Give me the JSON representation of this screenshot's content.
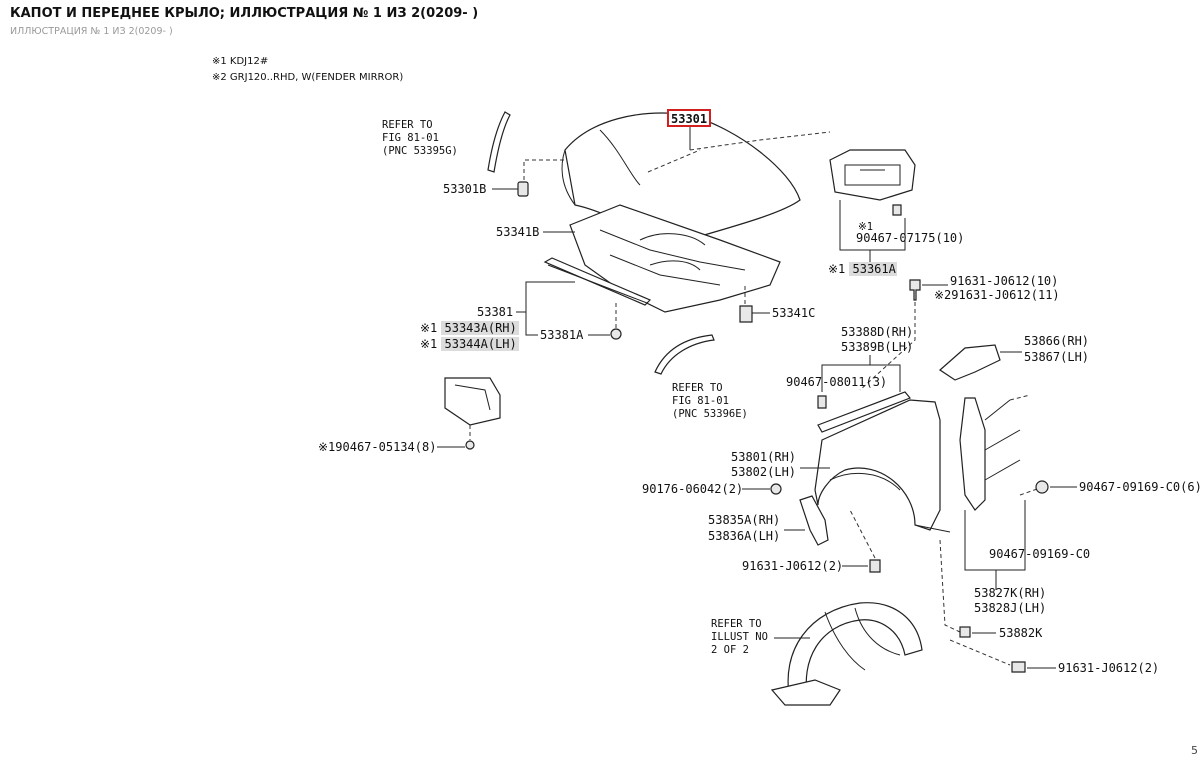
{
  "header": {
    "title": "КАПОТ И ПЕРЕДНЕЕ КРЫЛО; ИЛЛЮСТРАЦИЯ № 1 ИЗ 2(0209- )",
    "subtitle": "ИЛЛЮСТРАЦИЯ № 1 ИЗ 2(0209- )"
  },
  "notes": {
    "n1": "※1  KDJ12#",
    "n2": "※2  GRJ120..RHD, W(FENDER MIRROR)"
  },
  "refs": {
    "ref1": [
      "REFER TO",
      "FIG 81-01",
      "(PNC 53395G)"
    ],
    "ref2": [
      "REFER TO",
      "FIG 81-01",
      "(PNC 53396E)"
    ],
    "ref3": [
      "REFER TO",
      "ILLUST NO",
      "2 OF 2"
    ]
  },
  "parts": {
    "p53301": "53301",
    "p53301B": "53301B",
    "p53341B": "53341B",
    "p53381": "53381",
    "p53343A": "※1 53343A(RH)",
    "p53344A": "※1 53344A(LH)",
    "p53381A": "53381A",
    "p53341C": "53341C",
    "p90467_05134": "※190467-05134(8)",
    "p90467_07175_mark": "※1",
    "p90467_07175": "90467-07175(10)",
    "p53361A": "※1 53361A",
    "p91631_10": "91631-J0612(10)",
    "p91631_11": "※291631-J0612(11)",
    "p53388D": "53388D(RH)",
    "p53389B": "53389B(LH)",
    "p90467_08011": "90467-08011(3)",
    "p53866": "53866(RH)",
    "p53867": "53867(LH)",
    "p53801": "53801(RH)",
    "p53802": "53802(LH)",
    "p90176": "90176-06042(2)",
    "p53835A": "53835A(RH)",
    "p53836A": "53836A(LH)",
    "p91631_2a": "91631-J0612(2)",
    "p90467_09169_6": "90467-09169-C0(6)",
    "p90467_09169": "90467-09169-C0",
    "p53827K": "53827K(RH)",
    "p53828J": "53828J(LH)",
    "p53882K": "53882K",
    "p91631_2b": "91631-J0612(2)"
  },
  "page_number": "5",
  "colors": {
    "highlight_box": "#d22020",
    "code_highlight": "#dcdcdc"
  }
}
